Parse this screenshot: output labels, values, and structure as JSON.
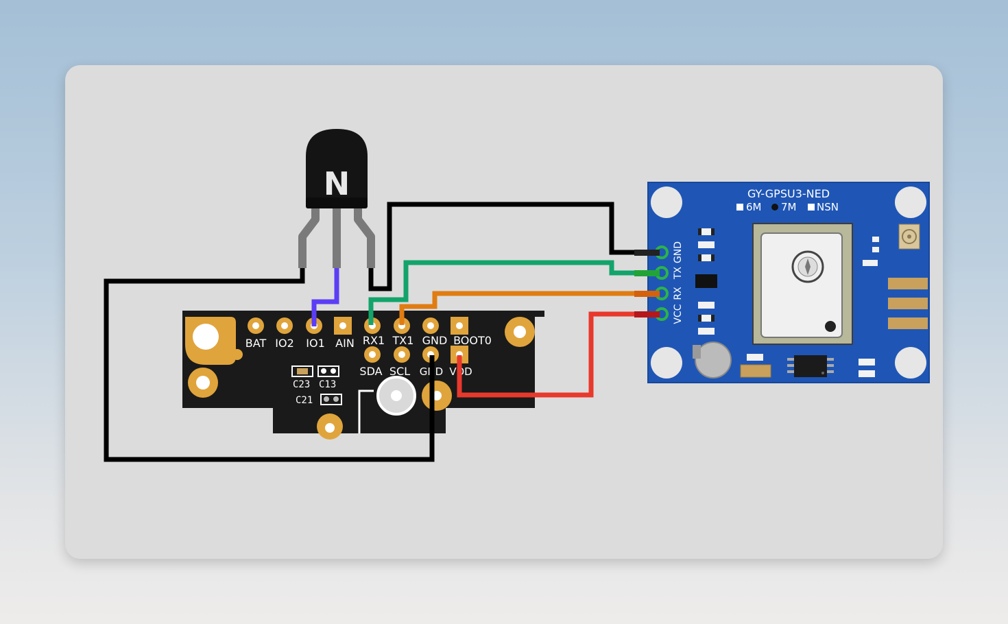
{
  "transistor": {
    "label": "N",
    "type": "NPN transistor (TO-92)"
  },
  "esp_board": {
    "top_pins": [
      "BAT",
      "IO2",
      "IO1",
      "AIN",
      "RX1",
      "TX1",
      "GND",
      "BOOT0"
    ],
    "bottom_pins": [
      "SDA",
      "SCL",
      "GND",
      "VDD"
    ],
    "component_labels": [
      "C23",
      "C13",
      "C21"
    ]
  },
  "gps_module": {
    "title": "GY-GPSU3-NED",
    "options": [
      "6M",
      "7M",
      "NSN"
    ],
    "pins": [
      "GND",
      "TX",
      "RX",
      "VCC"
    ]
  },
  "wires": [
    {
      "color": "#000000",
      "from": "transistor emitter",
      "to": "board GND"
    },
    {
      "color": "#000000",
      "from": "transistor collector",
      "to": "GPS GND"
    },
    {
      "color": "#5b3df5",
      "from": "transistor base",
      "to": "board IO1"
    },
    {
      "color": "#13a36b",
      "from": "board RX1",
      "to": "GPS TX"
    },
    {
      "color": "#e07c12",
      "from": "board TX1",
      "to": "GPS RX"
    },
    {
      "color": "#e8392c",
      "from": "board VDD",
      "to": "GPS VCC"
    }
  ]
}
